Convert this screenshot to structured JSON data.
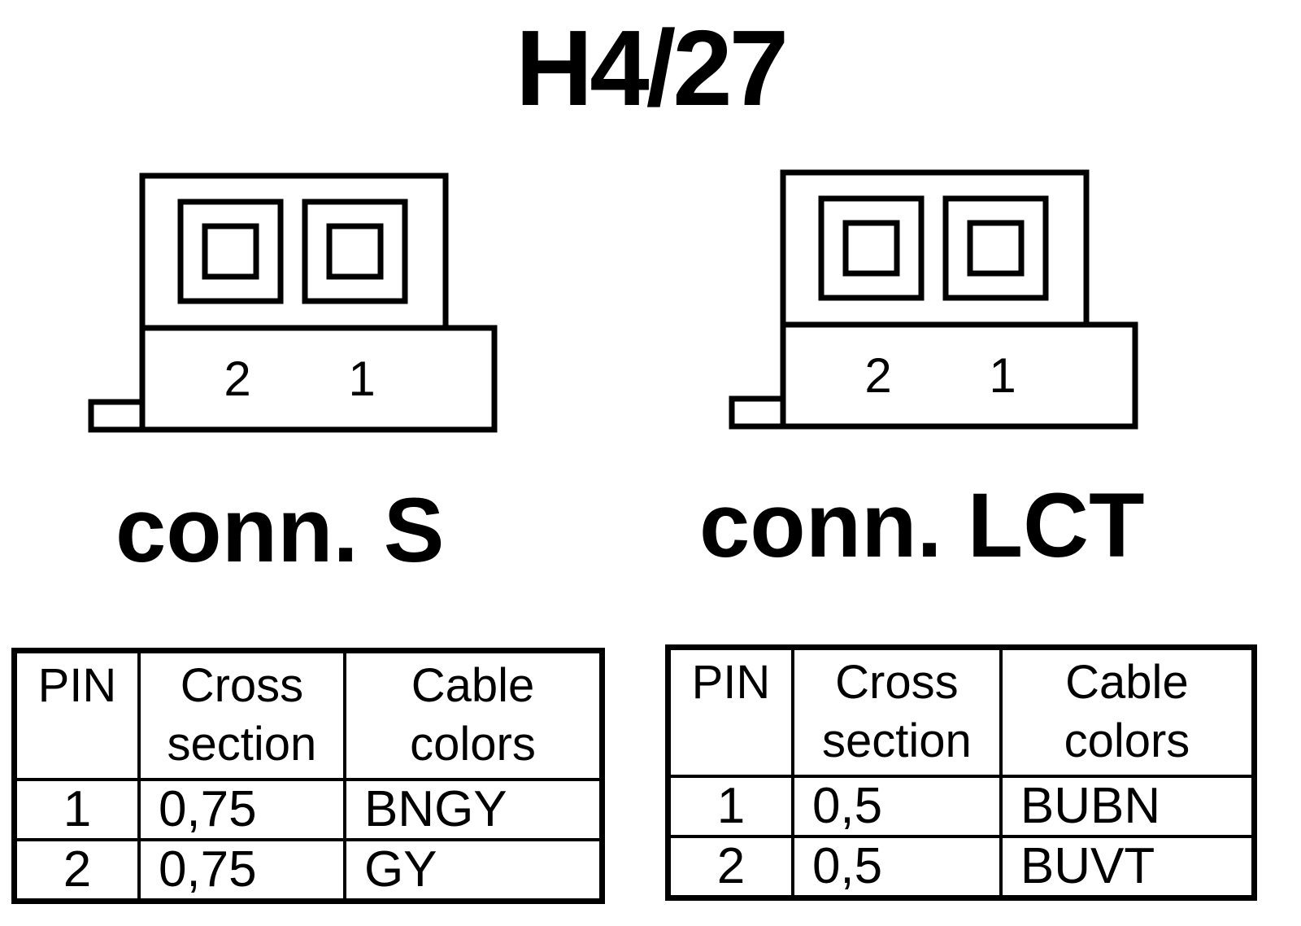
{
  "title": "H4/27",
  "connectors": [
    {
      "label": "conn. S",
      "pins": [
        "2",
        "1"
      ],
      "table": {
        "headers": [
          "PIN",
          "Cross section",
          "Cable colors"
        ],
        "rows": [
          {
            "pin": "1",
            "cross_section": "0,75",
            "color": "BNGY"
          },
          {
            "pin": "2",
            "cross_section": "0,75",
            "color": "GY"
          }
        ]
      }
    },
    {
      "label": "conn. LCT",
      "pins": [
        "2",
        "1"
      ],
      "table": {
        "headers": [
          "PIN",
          "Cross section",
          "Cable colors"
        ],
        "rows": [
          {
            "pin": "1",
            "cross_section": "0,5",
            "color": "BUBN"
          },
          {
            "pin": "2",
            "cross_section": "0,5",
            "color": "BUVT"
          }
        ]
      }
    }
  ]
}
